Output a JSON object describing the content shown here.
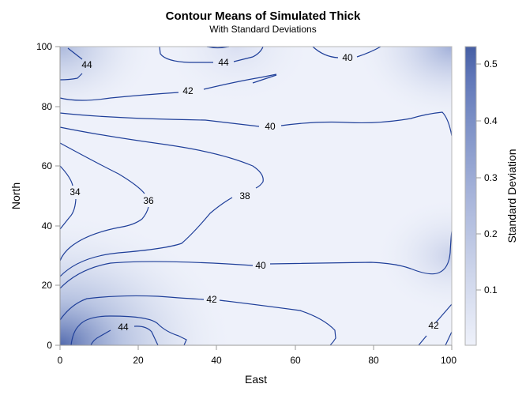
{
  "chart_data": {
    "type": "contour",
    "title": "Contour Means of Simulated Thick",
    "subtitle": "With Standard Deviations",
    "xlabel": "East",
    "ylabel": "North",
    "xlim": [
      0,
      100
    ],
    "ylim": [
      0,
      100
    ],
    "x_ticks": [
      "0",
      "20",
      "40",
      "60",
      "80",
      "100"
    ],
    "y_ticks": [
      "0",
      "20",
      "40",
      "60",
      "80",
      "100"
    ],
    "grid": false,
    "contour_line_color": "#1f3f99",
    "contour_levels": [
      34,
      36,
      38,
      40,
      42,
      44
    ],
    "contour_labels": [
      {
        "text": "44",
        "x": 7,
        "y": 94
      },
      {
        "text": "44",
        "x": 42,
        "y": 95
      },
      {
        "text": "40",
        "x": 73,
        "y": 96
      },
      {
        "text": "42",
        "x": 33,
        "y": 85
      },
      {
        "text": "40",
        "x": 54,
        "y": 73
      },
      {
        "text": "34",
        "x": 4,
        "y": 51
      },
      {
        "text": "36",
        "x": 23,
        "y": 48
      },
      {
        "text": "38",
        "x": 47,
        "y": 50
      },
      {
        "text": "40",
        "x": 51,
        "y": 27
      },
      {
        "text": "42",
        "x": 38,
        "y": 15
      },
      {
        "text": "44",
        "x": 16,
        "y": 6
      },
      {
        "text": "42",
        "x": 96,
        "y": 7
      }
    ],
    "colorbar": {
      "label": "Standard Deviation",
      "ticks": [
        "0.1",
        "0.2",
        "0.3",
        "0.4",
        "0.5"
      ],
      "range": [
        0.0,
        0.53
      ],
      "color_low": "#eef1fa",
      "color_high": "#3f5aa0"
    }
  }
}
